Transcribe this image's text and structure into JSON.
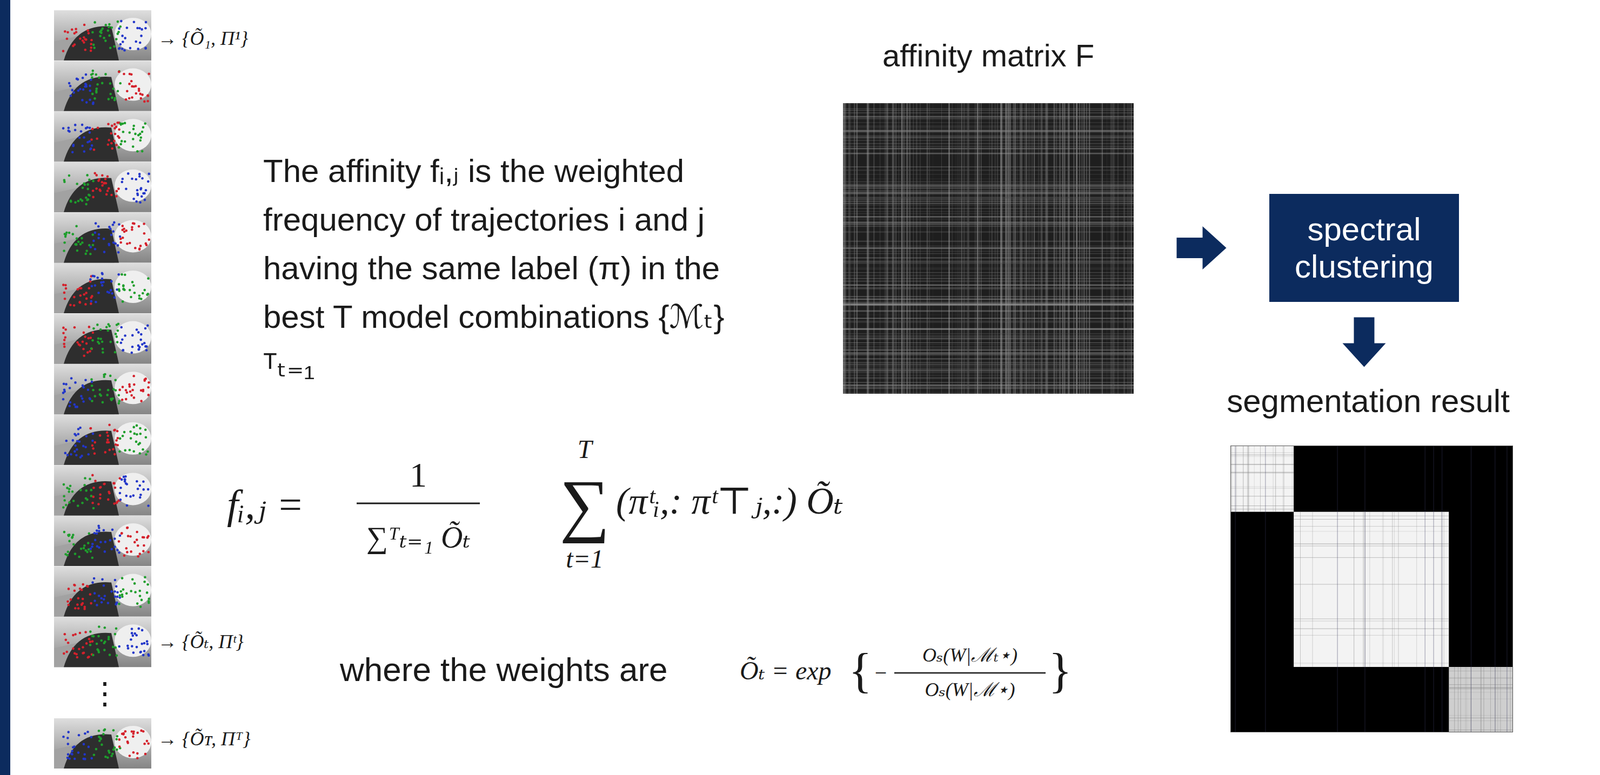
{
  "diagram": {
    "nodes": [
      {
        "text": [
          "affinity matrix F"
        ]
      },
      {
        "text": [
          "spectral clustering"
        ]
      },
      {
        "text": [
          "segmentation result"
        ]
      }
    ],
    "edges": [
      {
        "from": 0,
        "to": 1,
        "arrow": "to"
      },
      {
        "from": 1,
        "to": 2,
        "arrow": "to"
      }
    ],
    "labels": [
      "→ {Õ₁, Π¹}",
      "The affinity fᵢ,ⱼ is the weighted frequency of trajectories i and j having the same label (π) in the best T model combinations {ℳₜ}ᵀₜ₌₁",
      "fᵢ,ⱼ =",
      "1",
      "∑ᵀₜ₌₁ Õₜ",
      "T",
      "∑",
      "t=1",
      "(πᵗᵢ,: πᵗ⊤ⱼ,:) Õₜ",
      "→ {Õₜ, Πᵗ}",
      "where the weights are",
      "Õₜ = exp",
      "{",
      "−",
      "Oₛ(W|ℳₜ⋆)",
      "Oₛ(W|ℳ⋆)",
      "}",
      "⋮",
      "→ {Õᴛ, Πᵀ}"
    ]
  }
}
